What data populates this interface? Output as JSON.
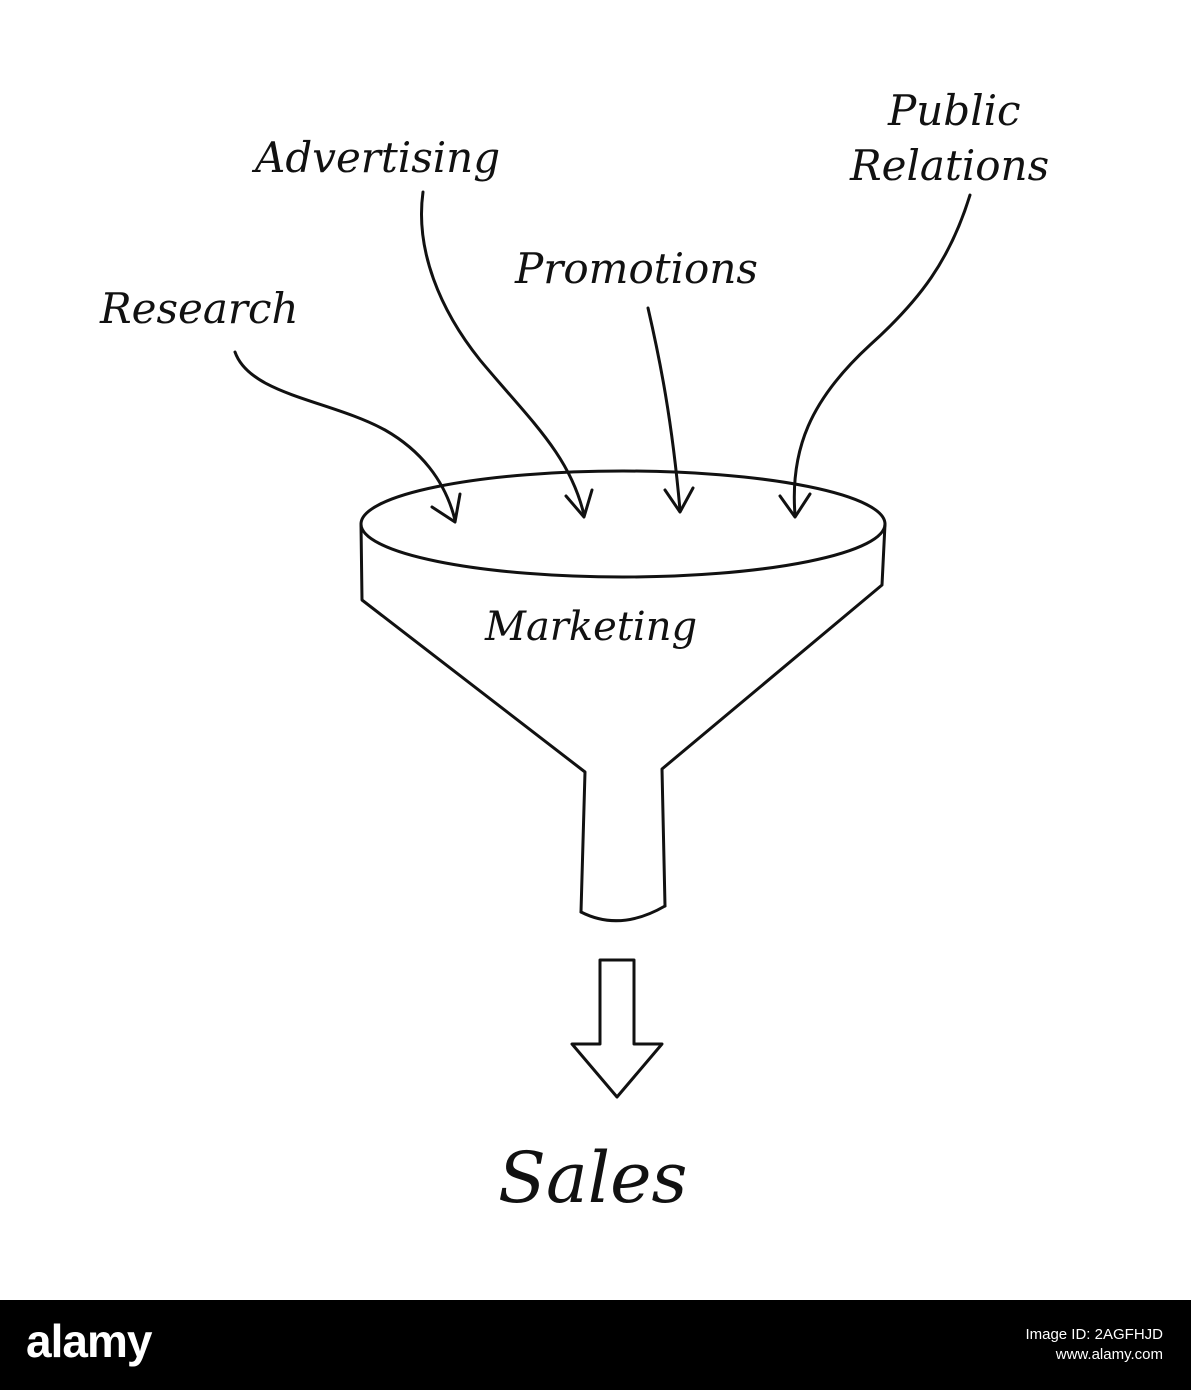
{
  "diagram": {
    "inputs": [
      "Research",
      "Advertising",
      "Promotions",
      "Public",
      "Relations"
    ],
    "funnel_label": "Marketing",
    "output_label": "Sales"
  },
  "footer": {
    "brand": "alamy",
    "image_id": "Image ID: 2AGFHJD",
    "site": "www.alamy.com"
  },
  "colors": {
    "ink": "#111111",
    "background": "#ffffff",
    "footer_bg": "#000000"
  }
}
